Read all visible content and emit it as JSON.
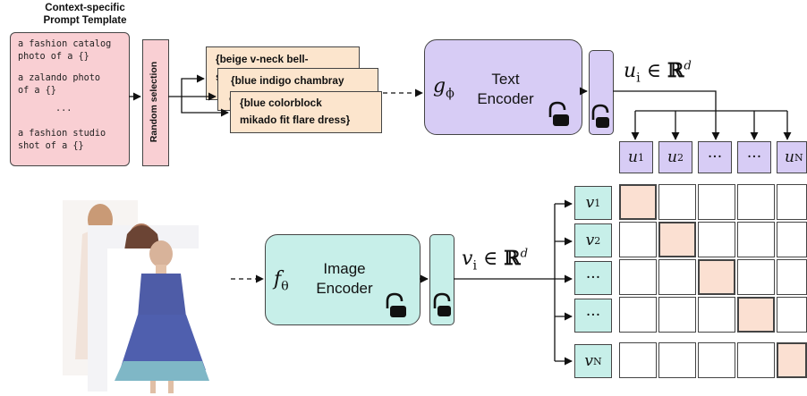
{
  "template": {
    "title_line1": "Context-specific",
    "title_line2": "Prompt Template",
    "lines": [
      "a fashion catalog",
      "photo of a {}",
      "a zalando photo",
      "of a {}",
      "...",
      "a fashion studio",
      "shot of a {}"
    ]
  },
  "random_selection": "Random selection",
  "cards": {
    "c1_l1": "{beige v-neck bell-",
    "c1_peek": "s",
    "c2_l1": "{blue indigo chambray",
    "c2_peek": "c",
    "c3_l1": "{blue colorblock",
    "c3_l2": "mikado fit flare dress}"
  },
  "text_encoder": {
    "symbol": "g",
    "sub": "ϕ",
    "label_line1": "Text",
    "label_line2": "Encoder"
  },
  "image_encoder": {
    "symbol": "f",
    "sub": "θ",
    "label_line1": "Image",
    "label_line2": "Encoder"
  },
  "u_embed": {
    "var": "u",
    "sub": "i",
    "rest": " ∈ ",
    "space": "ℝ",
    "sup": "d"
  },
  "v_embed": {
    "var": "v",
    "sub": "i",
    "rest": " ∈ ",
    "space": "ℝ",
    "sup": "d"
  },
  "matrix": {
    "u_headers": [
      {
        "var": "u",
        "sub": "1"
      },
      {
        "var": "u",
        "sub": "2"
      },
      {
        "var": "···",
        "sub": ""
      },
      {
        "var": "···",
        "sub": ""
      },
      {
        "var": "u",
        "sub": "N"
      }
    ],
    "v_headers": [
      {
        "var": "v",
        "sub": "1"
      },
      {
        "var": "v",
        "sub": "2"
      },
      {
        "var": "···",
        "sub": ""
      },
      {
        "var": "···",
        "sub": ""
      },
      {
        "var": "v",
        "sub": "N"
      }
    ]
  },
  "colors": {
    "template": "#f9cfd3",
    "card": "#fce5cd",
    "text_encoder": "#d7ccf5",
    "image_encoder": "#c7efe9",
    "diagonal": "#fbe0d2"
  },
  "icons": [
    "unlock-icon"
  ]
}
